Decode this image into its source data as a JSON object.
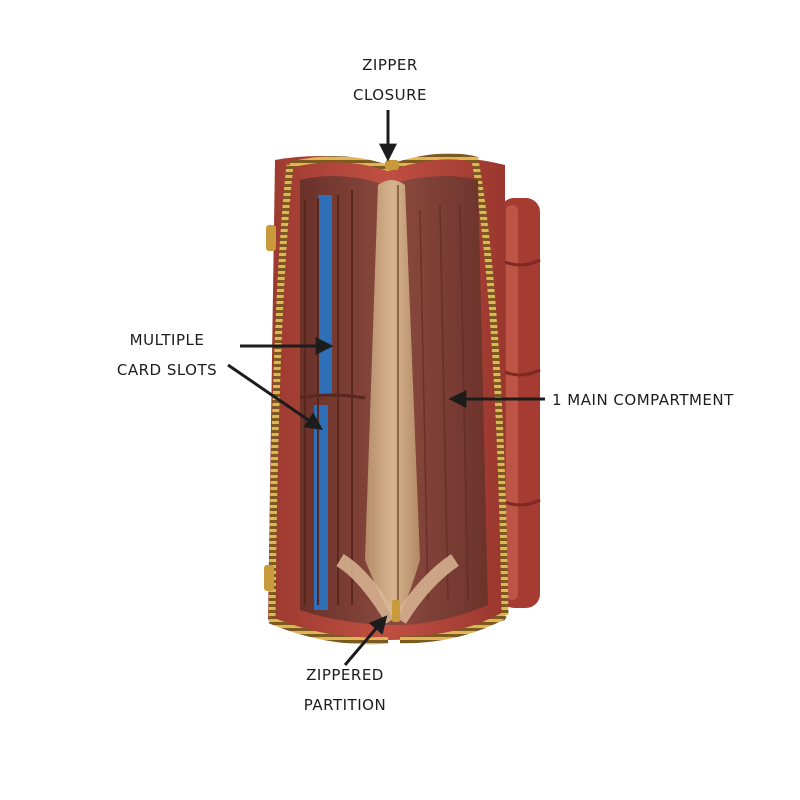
{
  "annotations": {
    "zipper_closure": [
      "ZIPPER",
      "CLOSURE"
    ],
    "card_slots": [
      "MULTIPLE",
      "CARD SLOTS"
    ],
    "main_compartment": [
      "1 MAIN COMPARTMENT"
    ],
    "zippered_partition": [
      "ZIPPERED",
      "PARTITION"
    ]
  },
  "colors": {
    "leather_outer": "#b3463a",
    "leather_dark": "#8a2f27",
    "lining": "#7a3e34",
    "divider": "#c8a37c",
    "zipper": "#c99a3c",
    "card": "#2f6fb8",
    "arrow": "#1c1c1c"
  }
}
